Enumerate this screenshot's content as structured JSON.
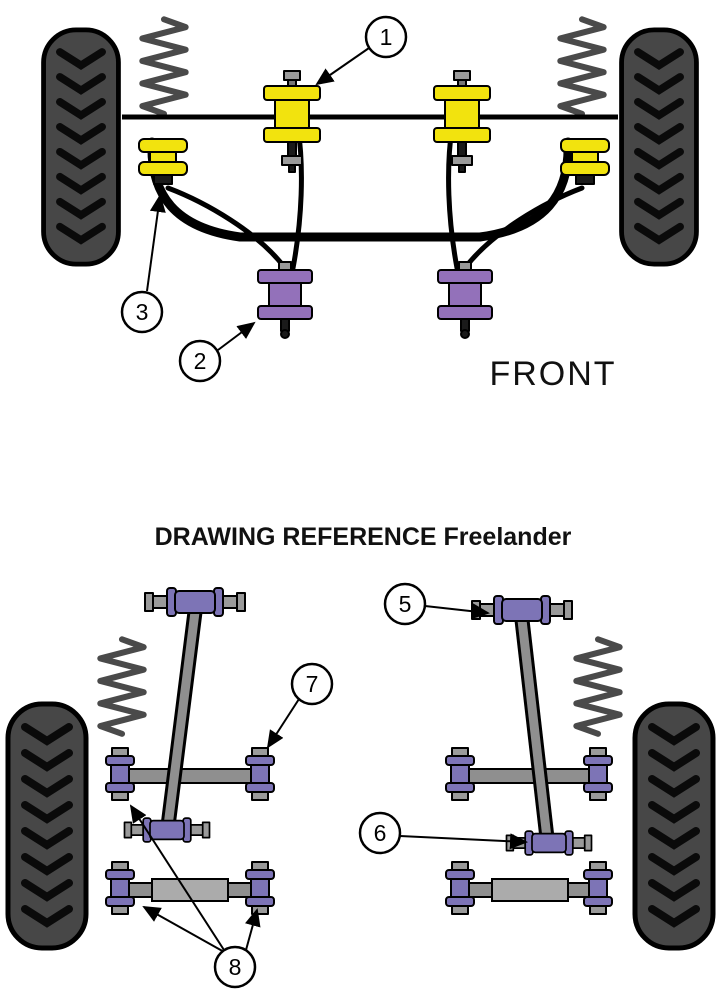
{
  "labels": {
    "front": "FRONT",
    "drawing_reference": "DRAWING REFERENCE Freelander"
  },
  "callouts": {
    "n1": "1",
    "n2": "2",
    "n3": "3",
    "n5": "5",
    "n6": "6",
    "n7": "7",
    "n8": "8"
  },
  "colors": {
    "bush_yellow": "#F2E30E",
    "front_bush_purple": "#9371BA",
    "rear_bush_purple": "#7D74B6",
    "metal_gray": "#8F8F8F",
    "metal_light_gray": "#ABABAB",
    "tire_body": "#474747",
    "spring_gray": "#4A4A4A",
    "outline": "#000000"
  }
}
